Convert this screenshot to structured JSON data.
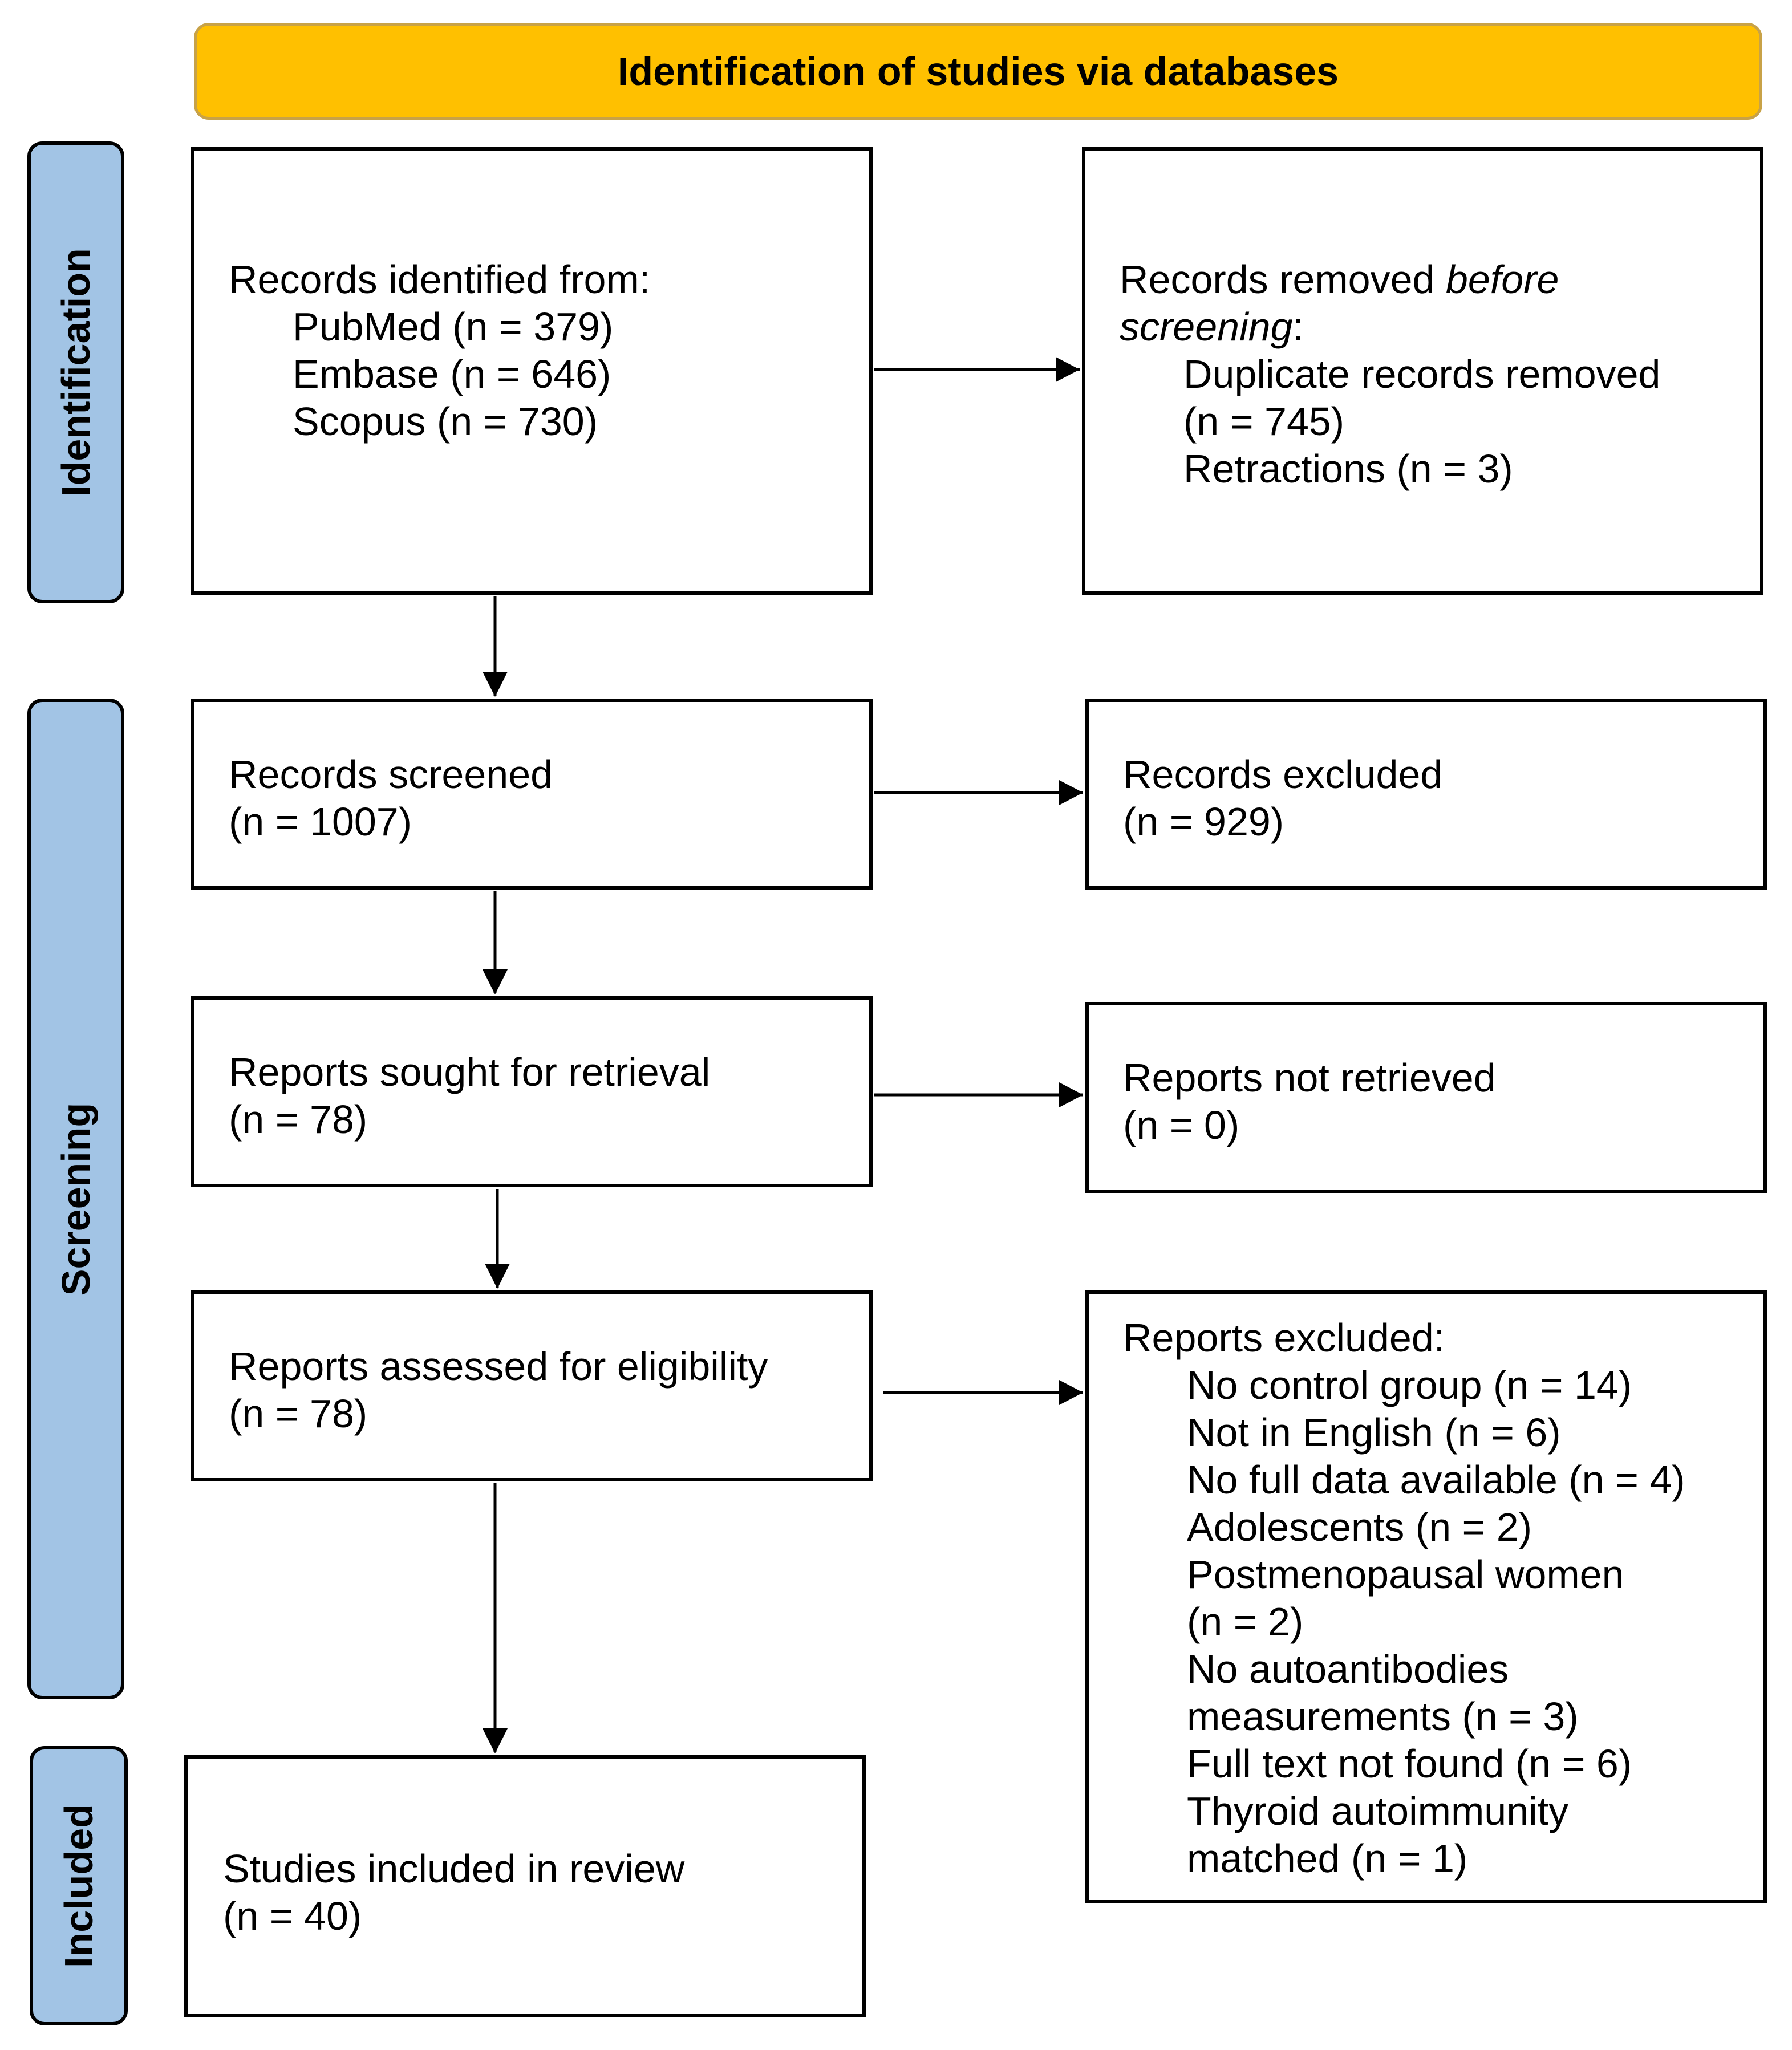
{
  "banner": {
    "title": "Identification of studies via databases"
  },
  "phases": {
    "identification": "Identification",
    "screening": "Screening",
    "included": "Included"
  },
  "identified": {
    "heading": "Records identified from:",
    "sources": [
      "PubMed (n = 379)",
      "Embase (n = 646)",
      "Scopus (n = 730)"
    ]
  },
  "removed": {
    "heading_prefix": "Records removed ",
    "heading_italic_1": "before",
    "heading_italic_2": "screening",
    "heading_suffix": ":",
    "items": [
      "Duplicate records removed",
      "(n = 745)",
      "Retractions (n = 3)"
    ]
  },
  "screened": {
    "label": "Records screened",
    "count": "(n = 1007)"
  },
  "excluded_records": {
    "label": "Records excluded",
    "count": "(n = 929)"
  },
  "sought": {
    "label": "Reports sought for retrieval",
    "count": "(n = 78)"
  },
  "not_retrieved": {
    "label": "Reports not retrieved",
    "count": "(n = 0)"
  },
  "assessed": {
    "label": "Reports assessed for eligibility",
    "count": "(n = 78)"
  },
  "reports_excluded": {
    "heading": "Reports excluded:",
    "items": [
      "No control group (n = 14)",
      "Not in English (n = 6)",
      "No full data available (n = 4)",
      "Adolescents (n = 2)",
      "Postmenopausal women",
      "(n = 2)",
      "No autoantibodies",
      "measurements (n = 3)",
      "Full text not found (n = 6)",
      "Thyroid autoimmunity",
      "matched (n = 1)"
    ]
  },
  "included": {
    "label": "Studies included in review",
    "count": "(n = 40)"
  }
}
